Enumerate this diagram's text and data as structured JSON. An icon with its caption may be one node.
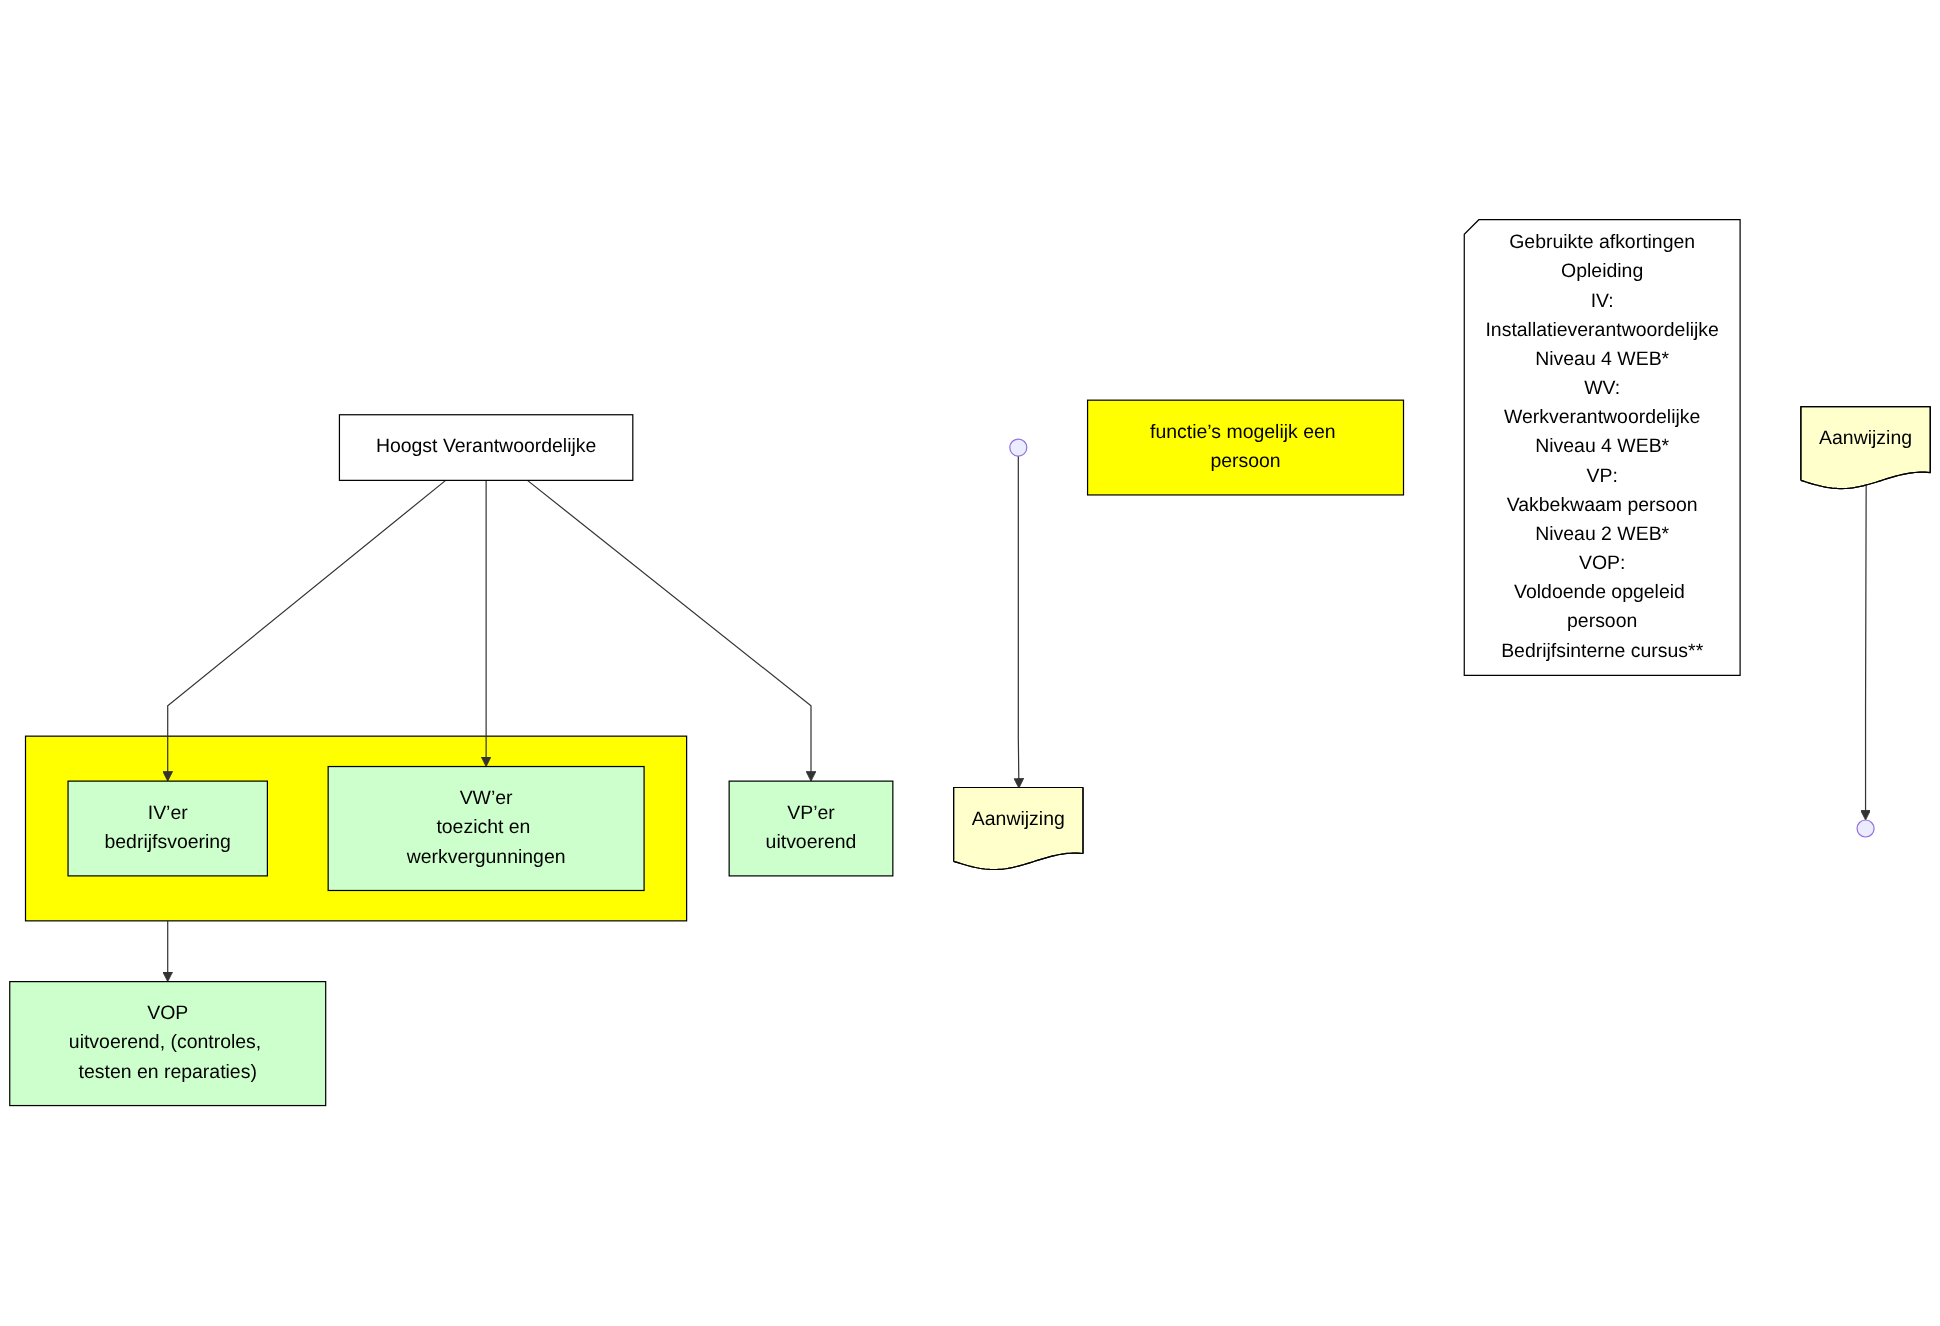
{
  "diagram": {
    "nodes": [
      {
        "text": [
          "Hoogst Verantwoordelijke"
        ]
      },
      {
        "text": [
          "Aanwijzing"
        ]
      },
      {
        "text": [],
        "shape": "box"
      },
      {
        "text": [
          "IV’er",
          "bedrijfsvoering"
        ],
        "in": 2
      },
      {
        "text": [
          "VW’er",
          "toezicht en werkvergunningen"
        ],
        "in": 2
      },
      {
        "text": [
          "VP’er",
          "uitvoerend"
        ]
      },
      {
        "text": [
          "functie’s mogelijk een persoon"
        ]
      },
      {
        "text": [
          "Aanwijzing"
        ]
      },
      {
        "text": [
          "VOP",
          "uitvoerend, (controles, testen en reparaties)"
        ]
      },
      {
        "text": [
          "Gebruikte afkortingen",
          "Opleiding",
          "IV:",
          "Installatieverantwoordelijke",
          "Niveau 4 WEB*",
          "WV:",
          "Werkverantwoordelijke",
          "Niveau 4 WEB*",
          "VP:",
          "Vakbekwaam persoon",
          "Niveau 2 WEB*",
          "VOP:",
          "Voldoende opgeleid persoon",
          "Bedrijfsinterne cursus**"
        ]
      }
    ],
    "edges": [
      {
        "from": 1,
        "to": null,
        "arrow": "to"
      },
      {
        "from": 0,
        "to": 3,
        "arrow": "to"
      },
      {
        "from": 0,
        "to": 4,
        "arrow": "to"
      },
      {
        "from": 0,
        "to": 5,
        "arrow": "to"
      },
      {
        "from": 2,
        "to": 8,
        "arrow": "to"
      },
      {
        "from": null,
        "to": 7,
        "arrow": "to"
      }
    ]
  }
}
